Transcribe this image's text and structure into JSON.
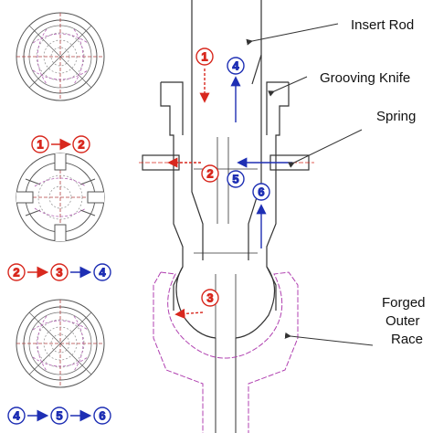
{
  "labels": {
    "insert_rod": "Insert Rod",
    "grooving_knife": "Grooving Knife",
    "spring": "Spring",
    "forged_outer_race_1": "Forged",
    "forged_outer_race_2": "Outer",
    "forged_outer_race_3": "Race"
  },
  "sequences": [
    {
      "steps": [
        "1",
        "2"
      ],
      "colors": [
        "red",
        "red"
      ]
    },
    {
      "steps": [
        "2",
        "3",
        "4"
      ],
      "colors": [
        "red",
        "red",
        "blue"
      ]
    },
    {
      "steps": [
        "4",
        "5",
        "6"
      ],
      "colors": [
        "blue",
        "blue",
        "blue"
      ]
    }
  ],
  "step_markers": {
    "s1": "1",
    "s2": "2",
    "s3": "3",
    "s4": "4",
    "s5": "5",
    "s6": "6"
  },
  "colors": {
    "red": "#d8281e",
    "blue": "#1e2fb4",
    "magenta": "#b040b0",
    "line": "#333333"
  }
}
